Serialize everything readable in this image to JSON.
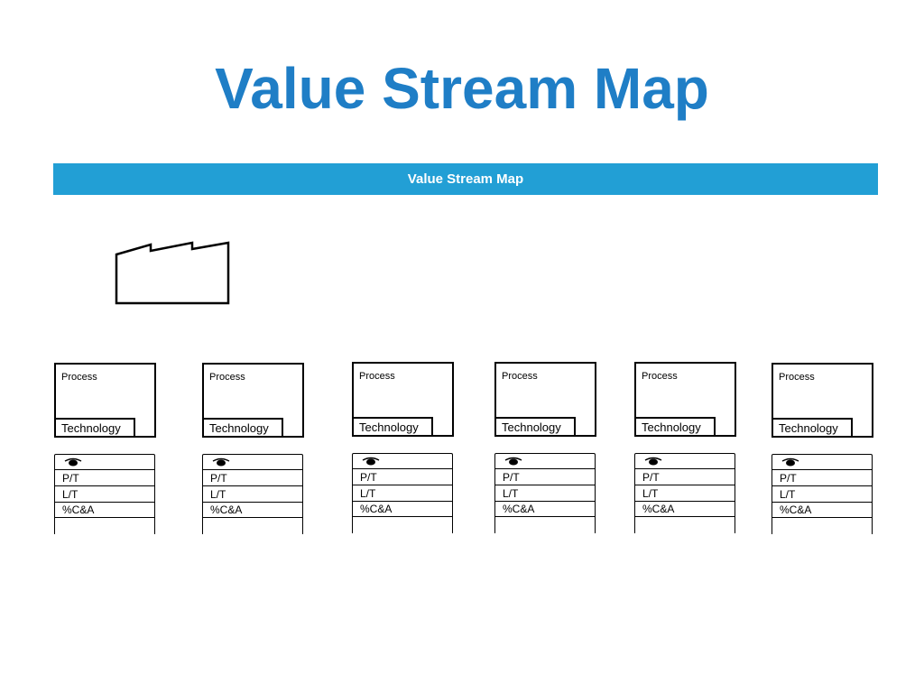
{
  "title": "Value Stream Map",
  "banner": {
    "label": "Value Stream Map"
  },
  "factory": {
    "icon": "factory-icon"
  },
  "process_steps": [
    {
      "process_label": "Process",
      "technology_label": "Technology",
      "data_rows": [
        "P/T",
        "L/T",
        "%C&A",
        ""
      ]
    },
    {
      "process_label": "Process",
      "technology_label": "Technology",
      "data_rows": [
        "P/T",
        "L/T",
        "%C&A",
        ""
      ]
    },
    {
      "process_label": "Process",
      "technology_label": "Technology",
      "data_rows": [
        "P/T",
        "L/T",
        "%C&A",
        ""
      ]
    },
    {
      "process_label": "Process",
      "technology_label": "Technology",
      "data_rows": [
        "P/T",
        "L/T",
        "%C&A",
        ""
      ]
    },
    {
      "process_label": "Process",
      "technology_label": "Technology",
      "data_rows": [
        "P/T",
        "L/T",
        "%C&A",
        ""
      ]
    },
    {
      "process_label": "Process",
      "technology_label": "Technology",
      "data_rows": [
        "P/T",
        "L/T",
        "%C&A",
        ""
      ]
    }
  ],
  "colors": {
    "title": "#1f7ec6",
    "banner": "#229fd5",
    "stroke": "#000000"
  }
}
